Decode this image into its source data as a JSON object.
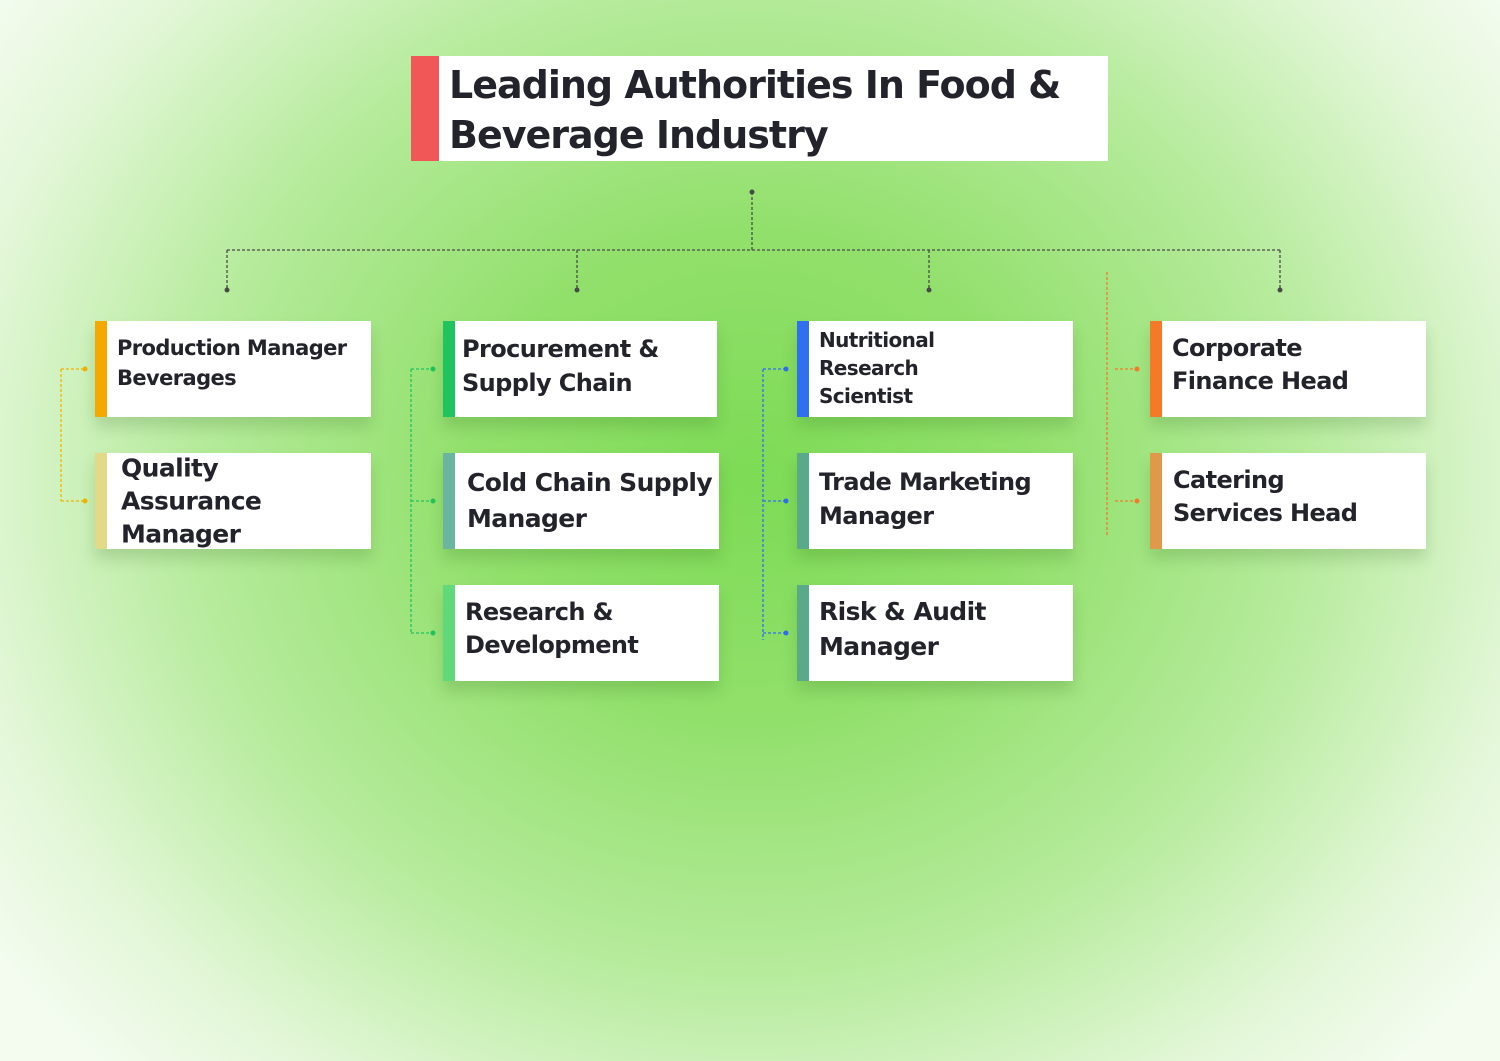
{
  "title": "Leading Authorities In Food & Beverage Industry",
  "colors": {
    "title_bar": "#f25757",
    "connector": "#4a4a4a"
  },
  "columns": [
    {
      "connector_color": "#f0b400",
      "nodes": [
        {
          "label": "Production Manager Beverages",
          "color": "#f5a800"
        },
        {
          "label": "Quality Assurance Manager",
          "color": "#e2da88"
        }
      ]
    },
    {
      "connector_color": "#1fc45e",
      "nodes": [
        {
          "label": "Procurement & Supply Chain",
          "color": "#1fc45e"
        },
        {
          "label": "Cold Chain Supply Manager",
          "color": "#6ab5a0"
        },
        {
          "label": "Research & Development",
          "color": "#5fd97a"
        }
      ]
    },
    {
      "connector_color": "#2f6ff0",
      "nodes": [
        {
          "label": "Nutritional Research Scientist",
          "color": "#2f6ff0"
        },
        {
          "label": "Trade Marketing Manager",
          "color": "#5aaa8a"
        },
        {
          "label": "Risk & Audit Manager",
          "color": "#5aaa8a"
        }
      ]
    },
    {
      "connector_color": "#f57a28",
      "nodes": [
        {
          "label": "Corporate Finance Head",
          "color": "#f57a28"
        },
        {
          "label": "Catering Services Head",
          "color": "#e0994a"
        }
      ]
    }
  ]
}
